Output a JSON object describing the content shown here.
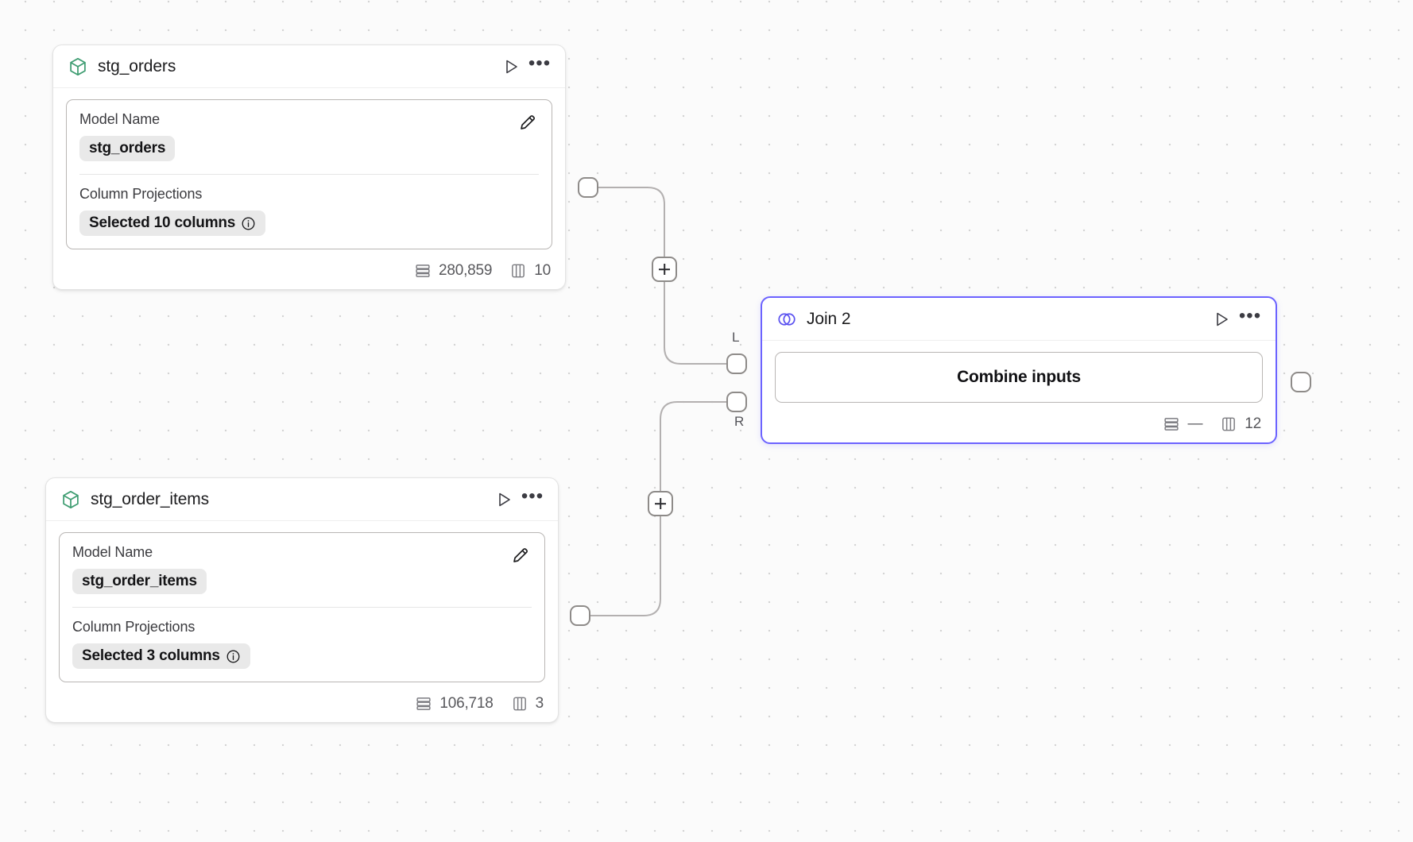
{
  "canvas": {
    "background_color": "#fbfbfb",
    "grid_dot_color": "#d4d4d4",
    "edge_color": "#b3b0b0",
    "accent_color": "#6c63ff",
    "model_icon_color": "#3f9d72"
  },
  "nodes": [
    {
      "id": "stg_orders",
      "title": "stg_orders",
      "type_icon": "cube-icon",
      "run_label": "Run",
      "menu_label": "More options",
      "fields": {
        "model_name_label": "Model Name",
        "model_name_value": "stg_orders",
        "edit_label": "Edit",
        "column_projections_label": "Column Projections",
        "column_projections_value": "Selected 10 columns",
        "info_label": "More info"
      },
      "stats": {
        "rows_icon": "rows-icon",
        "rows": "280,859",
        "columns_icon": "columns-icon",
        "columns": "10"
      }
    },
    {
      "id": "stg_order_items",
      "title": "stg_order_items",
      "type_icon": "cube-icon",
      "run_label": "Run",
      "menu_label": "More options",
      "fields": {
        "model_name_label": "Model Name",
        "model_name_value": "stg_order_items",
        "edit_label": "Edit",
        "column_projections_label": "Column Projections",
        "column_projections_value": "Selected 3 columns",
        "info_label": "More info"
      },
      "stats": {
        "rows_icon": "rows-icon",
        "rows": "106,718",
        "columns_icon": "columns-icon",
        "columns": "3"
      }
    },
    {
      "id": "join_2",
      "title": "Join 2",
      "type_icon": "venn-join-icon",
      "selected": true,
      "run_label": "Run",
      "menu_label": "More options",
      "action_button": "Combine inputs",
      "input_ports": [
        {
          "key": "L",
          "label": "L"
        },
        {
          "key": "R",
          "label": "R"
        }
      ],
      "stats": {
        "rows_icon": "rows-icon",
        "rows": "—",
        "columns_icon": "columns-icon",
        "columns": "12"
      }
    }
  ],
  "edge_buttons": [
    {
      "id": "add-node-top",
      "label": "+"
    },
    {
      "id": "add-node-bottom",
      "label": "+"
    }
  ]
}
